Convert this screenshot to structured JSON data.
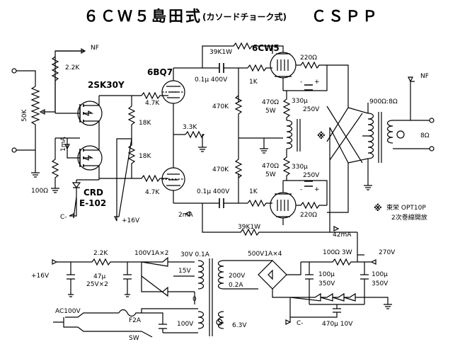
{
  "title": "６ＣＷ５島田式",
  "title_sub": "(カソードチョーク式)",
  "title_tail": "ＣＳＰＰ",
  "labels": {
    "nf_top": "NF",
    "r22k_in": "2.2K",
    "pot50k": "50K",
    "fet": "2SK30Y",
    "ma1": "1mA",
    "r100": "100Ω",
    "crd": "CRD",
    "e102": "E-102",
    "cminus": "C-",
    "r18k_a": "18K",
    "r18k_b": "18K",
    "plus16_out": "+16V",
    "r47k_a": "4.7K",
    "r47k_b": "4.7K",
    "tube_6bq7": "6BQ7",
    "r33k": "3.3K",
    "ma2": "2mA",
    "r39k_top": "39K1W",
    "r39k_bot": "39K1W",
    "c01_a": "0.1μ 400V",
    "c01_b": "0.1μ 400V",
    "r470k_a": "470K",
    "r470k_b": "470K",
    "r1k_a": "1K",
    "r1k_b": "1K",
    "tube_6cw5": "6CW5",
    "r220_a": "220Ω",
    "r220_b": "220Ω",
    "cap330_a": "330μ",
    "cap330_a_v": "250V",
    "cap330_b": "330μ",
    "cap330_b_v": "250V",
    "r470_a": "470Ω",
    "r470_a_w": "5W",
    "r470_b": "470Ω",
    "r470_b_w": "5W",
    "star_choke": "※",
    "ot_ratio": "900Ω:8Ω",
    "nf_out": "NF",
    "spk": "8Ω",
    "ma42": "42mA",
    "note_star": "※",
    "note_maker": "東栄 OPT10P",
    "note_open": "2次巻線開放",
    "ps_plus16": "+16V",
    "ps_r22k": "2.2K",
    "ps_c47": "47μ",
    "ps_c47v": "25V×2",
    "ps_diode1": "100V1A×2",
    "ps_tap30": "30V 0.1A",
    "ps_tap15": "15V",
    "ps_tap0": "0",
    "ps_bridge": "500V1A×4",
    "ps_200": "200V",
    "ps_02a": "0.2A",
    "ps_r100": "100Ω 3W",
    "ps_270": "270V",
    "ps_c100a": "100μ",
    "ps_c100a_v": "350V",
    "ps_c100b": "100μ",
    "ps_c100b_v": "350V",
    "ps_ac": "AC100V",
    "ps_f2a": "F2A",
    "ps_sw": "SW",
    "ps_100v": "100V",
    "ps_63v": "6.3V",
    "ps_cminus": "C-",
    "ps_c470": "470μ 10V"
  }
}
